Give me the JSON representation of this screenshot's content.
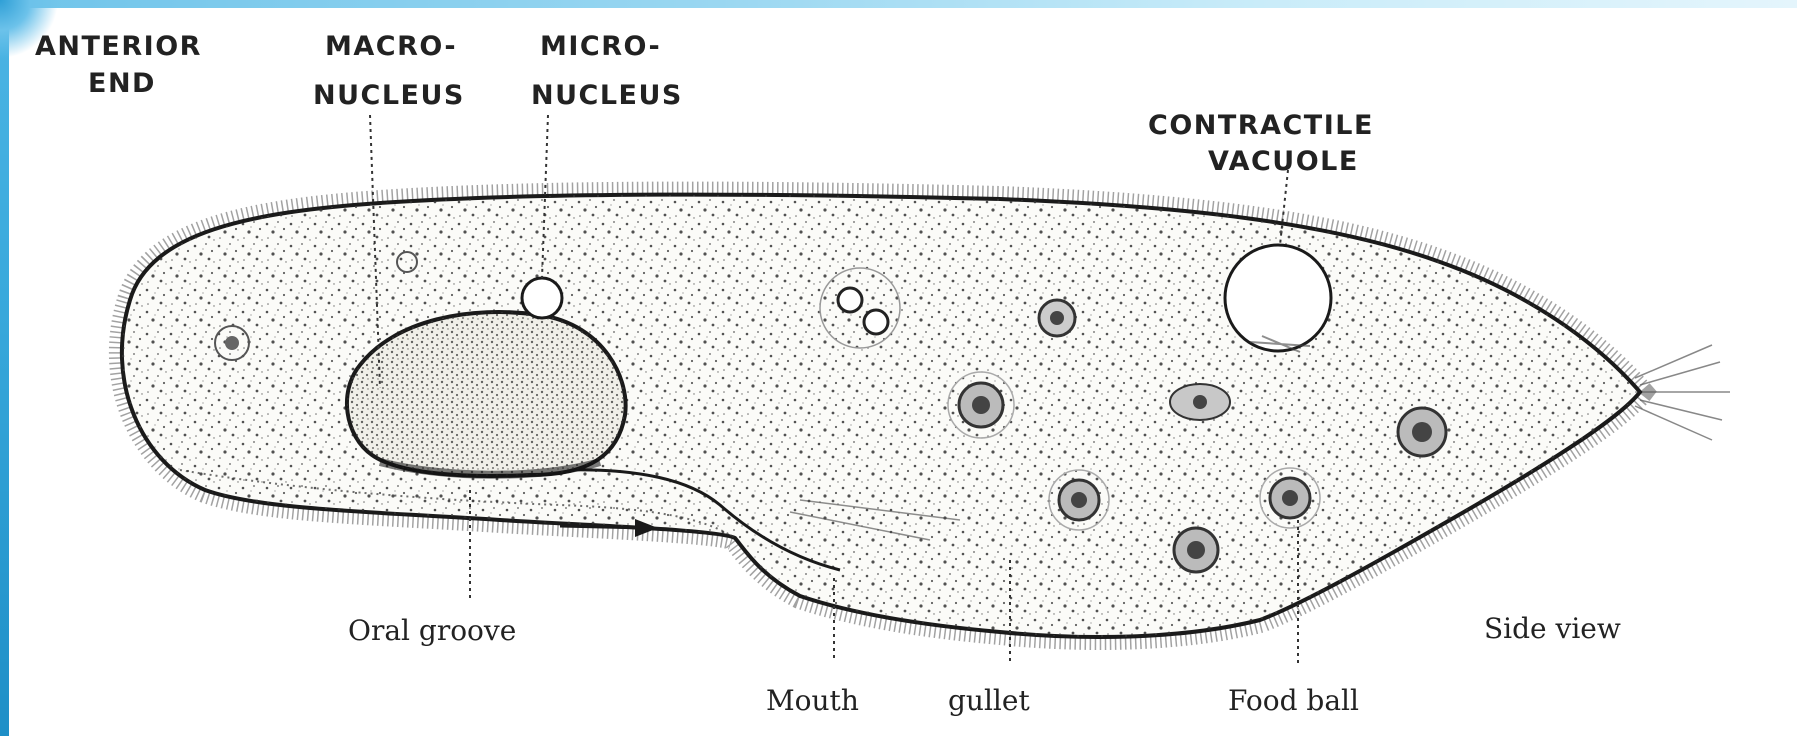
{
  "labels": {
    "anterior_end": [
      "ANTERIOR",
      "END"
    ],
    "macronucleus": [
      "MACRO-",
      "NUCLEUS"
    ],
    "micronucleus": [
      "MICRO-",
      "NUCLEUS"
    ],
    "contractile_vacuole": [
      "CONTRACTILE",
      "VACUOLE"
    ],
    "oral_groove": "Oral groove",
    "mouth": "Mouth",
    "gullet": "gullet",
    "food_ball": "Food ball",
    "side_view": "Side view"
  },
  "colors": {
    "ink": "#222222",
    "frame": "#39a9dc",
    "cytoplasm": "#fbfbf8"
  }
}
